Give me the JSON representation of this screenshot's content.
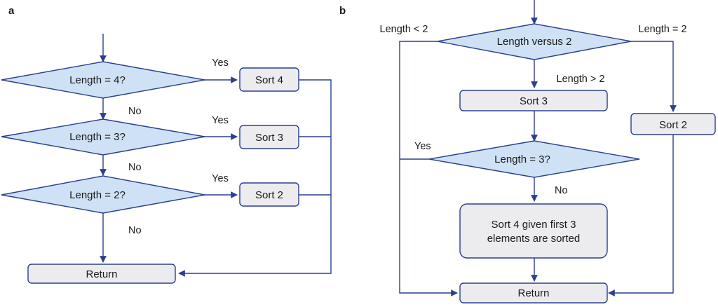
{
  "colors": {
    "decision_fill": "#cfe1f4",
    "process_fill": "#ececef",
    "line": "#2c3f8f",
    "text": "#1a1a1a"
  },
  "panel_a": {
    "label": "a",
    "decisions": [
      "Length = 4?",
      "Length = 3?",
      "Length = 2?"
    ],
    "sorts": [
      "Sort 4",
      "Sort 3",
      "Sort 2"
    ],
    "yes_labels": [
      "Yes",
      "Yes",
      "Yes"
    ],
    "no_labels": [
      "No",
      "No",
      "No"
    ],
    "return_label": "Return"
  },
  "panel_b": {
    "label": "b",
    "decision_main": "Length versus 2",
    "label_lt2": "Length < 2",
    "label_eq2": "Length = 2",
    "label_gt2": "Length > 2",
    "sort3": "Sort 3",
    "sort2": "Sort 2",
    "decision_len3": "Length = 3?",
    "yes_label": "Yes",
    "no_label": "No",
    "sort4_line1": "Sort 4 given first 3",
    "sort4_line2": "elements are sorted",
    "return_label": "Return"
  }
}
